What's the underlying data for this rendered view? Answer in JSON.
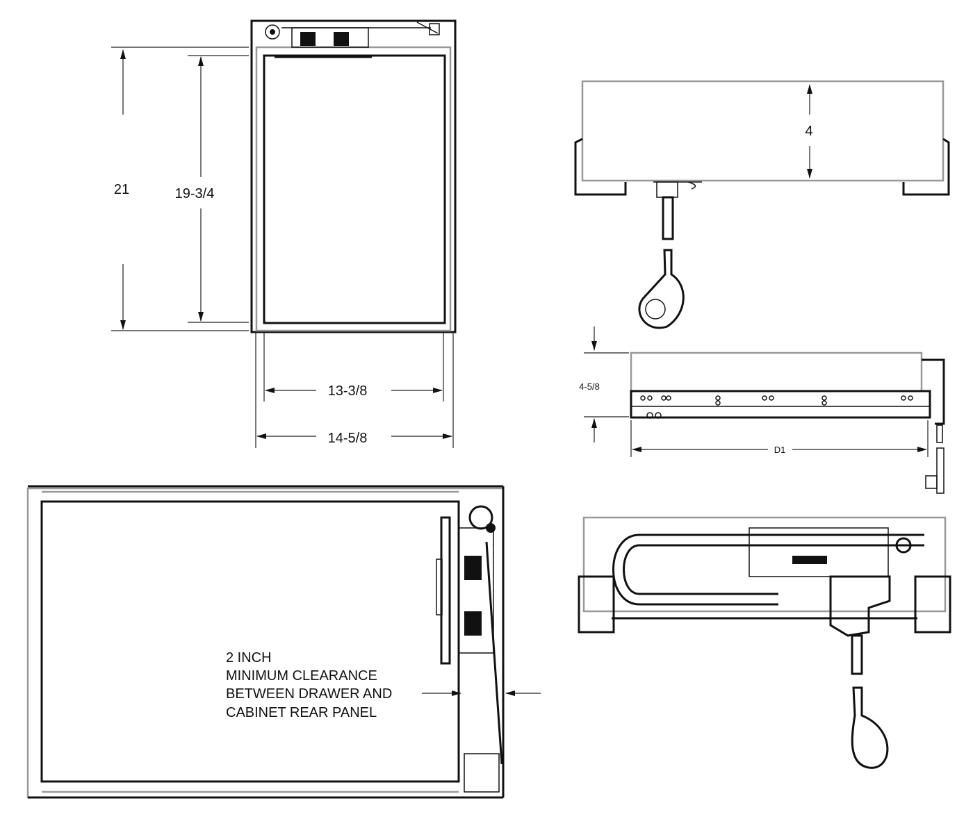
{
  "front_view": {
    "dims": {
      "overall_height": "21",
      "inner_height": "19-3/4",
      "inner_width": "13-3/8",
      "overall_width": "14-5/8"
    }
  },
  "side_view_top": {
    "dims": {
      "height": "4"
    }
  },
  "side_view_rail": {
    "dims": {
      "height": "4-5/8",
      "depth": "D1"
    }
  },
  "top_view": {
    "note_lines": [
      "2 INCH",
      "MINIMUM CLEARANCE",
      "BETWEEN DRAWER AND",
      "CABINET REAR PANEL"
    ]
  }
}
